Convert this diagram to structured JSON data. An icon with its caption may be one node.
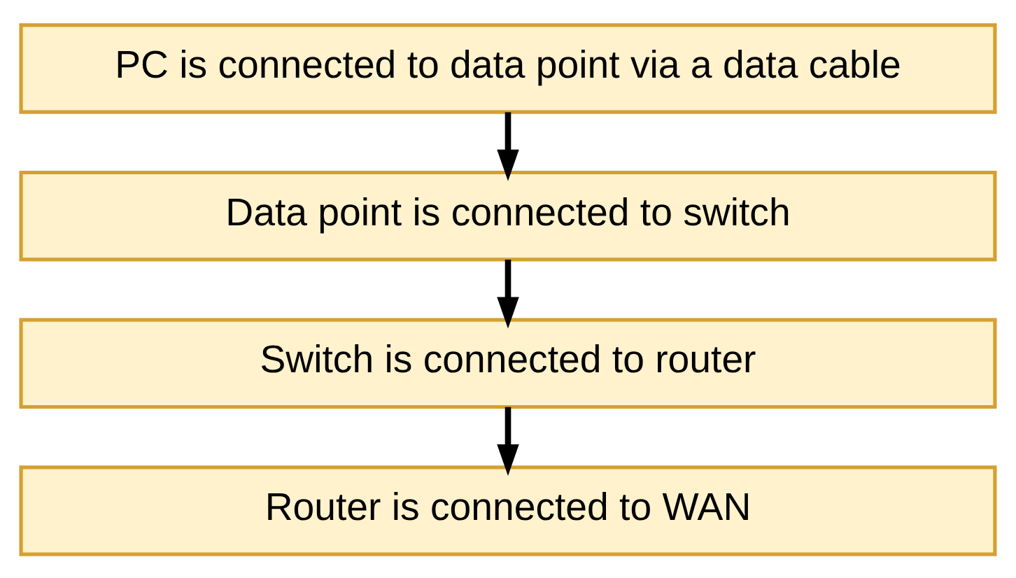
{
  "diagram": {
    "nodes": [
      {
        "text": [
          "PC is connected to data point via a data cable"
        ]
      },
      {
        "text": [
          "Data point is connected to switch"
        ]
      },
      {
        "text": [
          "Switch is connected to router"
        ]
      },
      {
        "text": [
          "Router is connected to WAN"
        ]
      }
    ],
    "edges": [
      {
        "from": 0,
        "to": 1,
        "arrow": "to"
      },
      {
        "from": 1,
        "to": 2,
        "arrow": "to"
      },
      {
        "from": 2,
        "to": 3,
        "arrow": "to"
      }
    ]
  }
}
